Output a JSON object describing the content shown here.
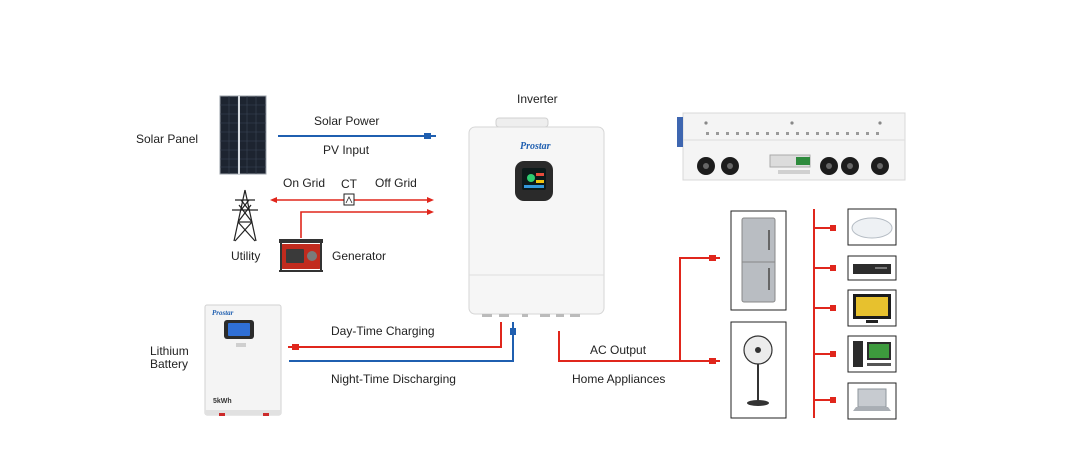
{
  "colors": {
    "ac_line": "#e0261c",
    "dc_line": "#1f5fb0",
    "device_body": "#f2f2f2",
    "device_outline": "#d5d5d5"
  },
  "labels": {
    "solar_panel": "Solar Panel",
    "solar_power": "Solar Power",
    "pv_input": "PV Input",
    "inverter": "Inverter",
    "on_grid": "On Grid",
    "ct": "CT",
    "off_grid": "Off Grid",
    "utility": "Utility",
    "generator": "Generator",
    "lithium_battery_line1": "Lithium",
    "lithium_battery_line2": "Battery",
    "day_time_charging": "Day-Time Charging",
    "night_time_discharging": "Night-Time Discharging",
    "ac_output": "AC Output",
    "home_appliances": "Home Appliances"
  },
  "brand": {
    "inverter_logo": "Prostar",
    "battery_logo": "Prostar",
    "battery_capacity": "5kWh"
  },
  "icons": {
    "solar_panel": "solar-panel-icon",
    "inverter": "inverter-icon",
    "inverter_rear": "inverter-rear-panel-icon",
    "utility": "transmission-tower-icon",
    "generator": "generator-icon",
    "ct": "current-transformer-icon",
    "battery": "lithium-battery-icon",
    "fridge": "refrigerator-icon",
    "fan": "standing-fan-icon",
    "appliances": [
      "ceiling-lamp-icon",
      "dvd-player-icon",
      "television-icon",
      "desktop-computer-icon",
      "laptop-icon"
    ]
  }
}
